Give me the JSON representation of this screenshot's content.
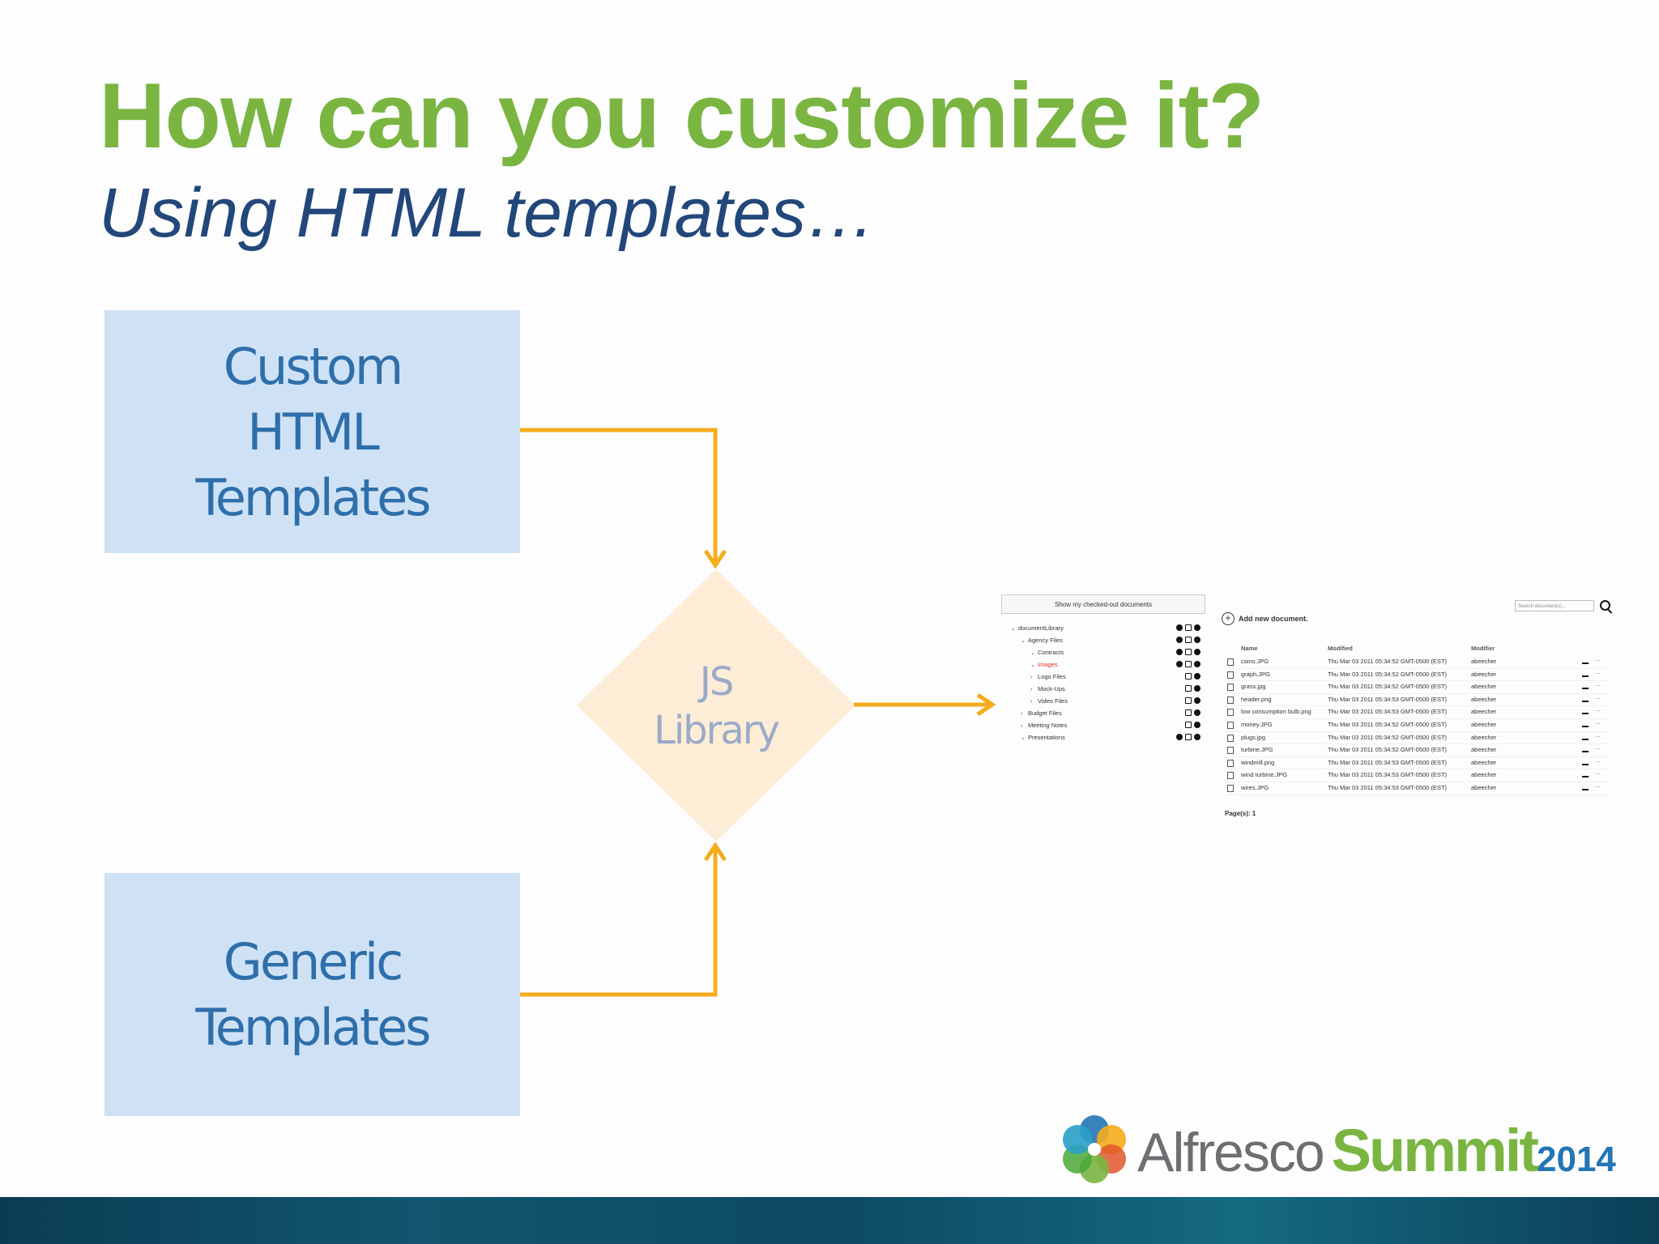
{
  "slide": {
    "title": "How can you customize it?",
    "subtitle": "Using HTML templates…"
  },
  "diagram": {
    "custom_box": [
      "Custom",
      "HTML",
      "Templates"
    ],
    "generic_box": [
      "Generic",
      "Templates"
    ],
    "diamond": [
      "JS",
      "Library"
    ],
    "colors": {
      "box_fill": "#cfe2f5",
      "box_text": "#2e6fab",
      "diamond_fill": "#fdecd6",
      "arrow": "#f5ac1c",
      "title": "#7ab542",
      "subtitle": "#22477a"
    }
  },
  "screenshot": {
    "checked_out_button": "Show my checked-out documents",
    "tree": [
      {
        "label": "documentLibrary",
        "level": 0,
        "open": true,
        "actions": [
          "add",
          "edit",
          "delete"
        ]
      },
      {
        "label": "Agency Files",
        "level": 1,
        "open": true,
        "actions": [
          "add",
          "edit",
          "delete"
        ]
      },
      {
        "label": "Contracts",
        "level": 2,
        "open": true,
        "actions": [
          "add",
          "edit",
          "delete"
        ]
      },
      {
        "label": "Images",
        "level": 2,
        "open": true,
        "selected": true,
        "actions": [
          "add",
          "edit",
          "delete"
        ]
      },
      {
        "label": "Logo Files",
        "level": 2,
        "open": false,
        "actions": [
          "edit",
          "delete"
        ]
      },
      {
        "label": "Mock-Ups",
        "level": 2,
        "open": false,
        "actions": [
          "edit",
          "delete"
        ]
      },
      {
        "label": "Video Files",
        "level": 2,
        "open": false,
        "actions": [
          "edit",
          "delete"
        ]
      },
      {
        "label": "Budget Files",
        "level": 1,
        "open": false,
        "actions": [
          "edit",
          "delete"
        ]
      },
      {
        "label": "Meeting Notes",
        "level": 1,
        "open": false,
        "actions": [
          "edit",
          "delete"
        ]
      },
      {
        "label": "Presentations",
        "level": 1,
        "open": true,
        "actions": [
          "add",
          "edit",
          "delete"
        ]
      }
    ],
    "add_document": "Add new document.",
    "search_placeholder": "Search document(s)...",
    "columns": {
      "name": "Name",
      "modified": "Modified",
      "modifier": "Modifier"
    },
    "rows": [
      {
        "name": "coins.JPG",
        "modified": "Thu Mar 03 2011 05:34:52 GMT-0500 (EST)",
        "modifier": "abeecher"
      },
      {
        "name": "graph.JPG",
        "modified": "Thu Mar 03 2011 05:34:52 GMT-0500 (EST)",
        "modifier": "abeecher"
      },
      {
        "name": "grass.jpg",
        "modified": "Thu Mar 03 2011 05:34:52 GMT-0500 (EST)",
        "modifier": "abeecher"
      },
      {
        "name": "header.png",
        "modified": "Thu Mar 03 2011 05:34:53 GMT-0500 (EST)",
        "modifier": "abeecher"
      },
      {
        "name": "low consumption bulb.png",
        "modified": "Thu Mar 03 2011 05:34:53 GMT-0500 (EST)",
        "modifier": "abeecher"
      },
      {
        "name": "money.JPG",
        "modified": "Thu Mar 03 2011 05:34:52 GMT-0500 (EST)",
        "modifier": "abeecher"
      },
      {
        "name": "plugs.jpg",
        "modified": "Thu Mar 03 2011 05:34:52 GMT-0500 (EST)",
        "modifier": "abeecher"
      },
      {
        "name": "turbine.JPG",
        "modified": "Thu Mar 03 2011 05:34:52 GMT-0500 (EST)",
        "modifier": "abeecher"
      },
      {
        "name": "windmill.png",
        "modified": "Thu Mar 03 2011 05:34:53 GMT-0500 (EST)",
        "modifier": "abeecher"
      },
      {
        "name": "wind turbine.JPG",
        "modified": "Thu Mar 03 2011 05:34:53 GMT-0500 (EST)",
        "modifier": "abeecher"
      },
      {
        "name": "wires.JPG",
        "modified": "Thu Mar 03 2011 05:34:53 GMT-0500 (EST)",
        "modifier": "abeecher"
      }
    ],
    "pages_label": "Page(s):",
    "pages_value": "1"
  },
  "logo": {
    "brand": "Alfresco",
    "event": "Summit",
    "year": "2014"
  }
}
